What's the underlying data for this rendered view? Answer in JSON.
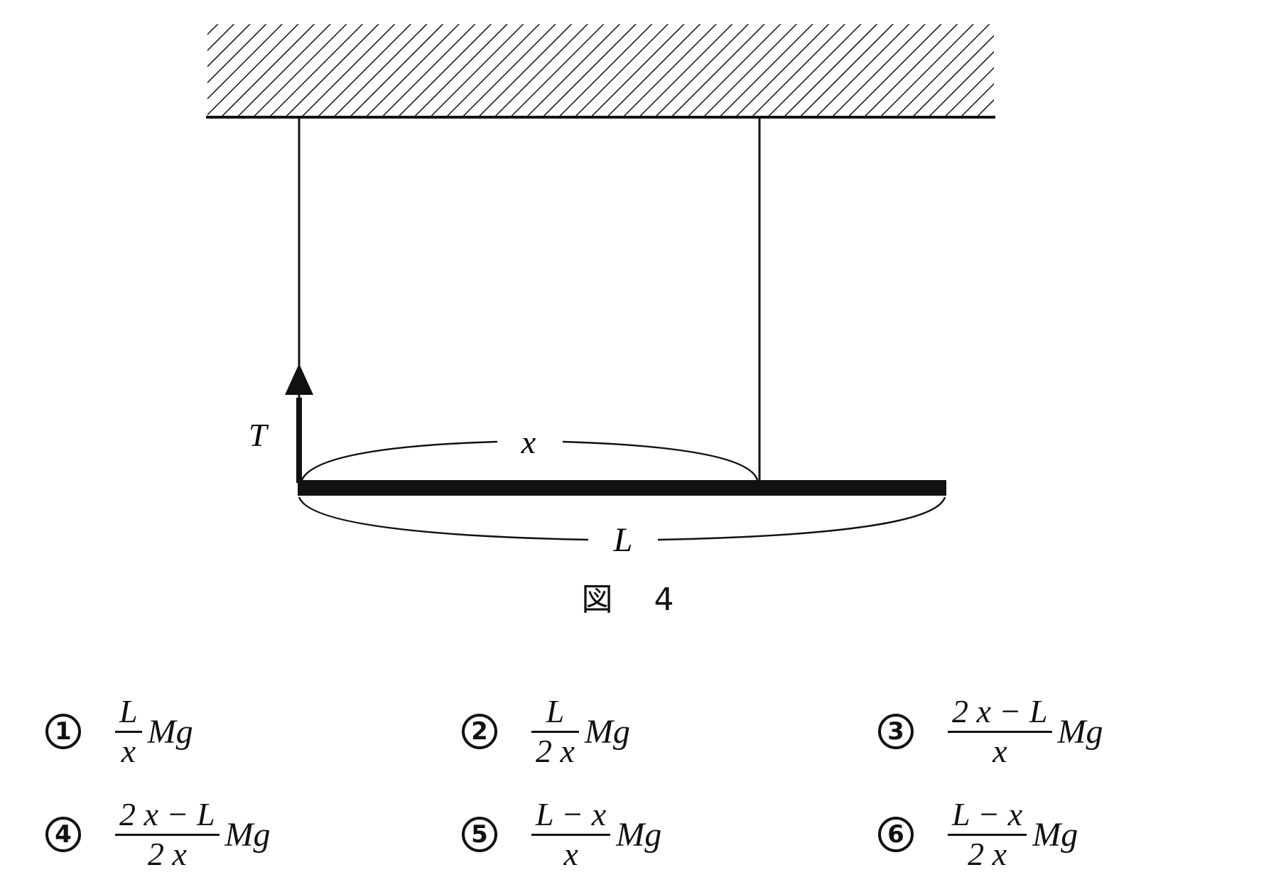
{
  "figure": {
    "tension_label": "T",
    "x_label": "x",
    "length_label": "L",
    "caption": "図 4"
  },
  "choices": [
    {
      "marker": "1",
      "numerator": "L",
      "denominator": "x",
      "suffix": "Mg"
    },
    {
      "marker": "2",
      "numerator": "L",
      "denominator": "2 x",
      "suffix": "Mg"
    },
    {
      "marker": "3",
      "numerator": "2 x − L",
      "denominator": "x",
      "suffix": "Mg"
    },
    {
      "marker": "4",
      "numerator": "2 x − L",
      "denominator": "2 x",
      "suffix": "Mg"
    },
    {
      "marker": "5",
      "numerator": "L − x",
      "denominator": "x",
      "suffix": "Mg"
    },
    {
      "marker": "6",
      "numerator": "L − x",
      "denominator": "2 x",
      "suffix": "Mg"
    }
  ],
  "colors": {
    "ink": "#111111",
    "background": "#ffffff"
  }
}
